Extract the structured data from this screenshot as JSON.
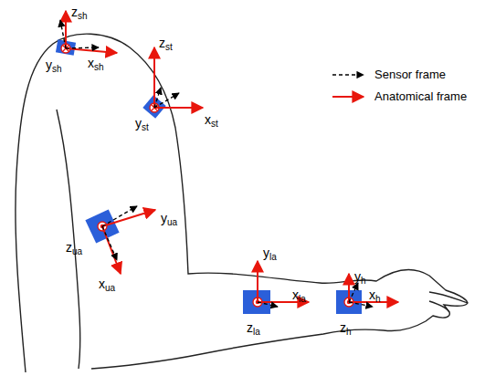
{
  "diagram": {
    "labels": [
      "zsh",
      "ysh",
      "xsh",
      "zst",
      "yst",
      "xst",
      "zua",
      "yua",
      "xua",
      "yla",
      "xla",
      "zla",
      "yh",
      "xh",
      "zh"
    ],
    "legend": [
      {
        "text": "Sensor frame"
      },
      {
        "text": "Anatomical frame"
      }
    ]
  }
}
